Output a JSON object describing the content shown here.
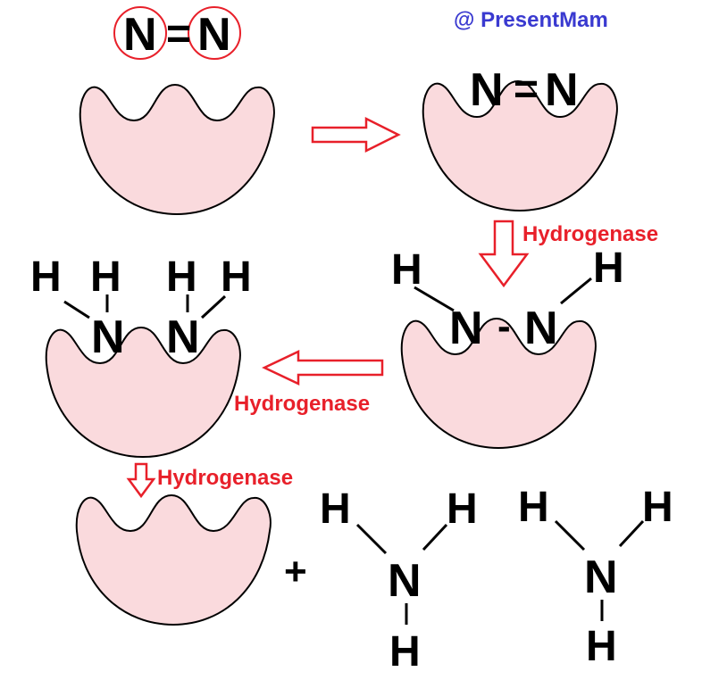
{
  "watermark": "@ PresentMam",
  "atoms": {
    "N": "N",
    "H": "H",
    "double_bond": "=",
    "single_bond": "-",
    "plus": "+"
  },
  "labels": {
    "step2": "Hydrogenase",
    "step3": "Hydrogenase",
    "step4": "Hydrogenase"
  },
  "colors": {
    "enzyme_fill": "#fadadd",
    "arrow": "#e8202a",
    "label": "#e8202a",
    "watermark": "#3a3ad0"
  }
}
